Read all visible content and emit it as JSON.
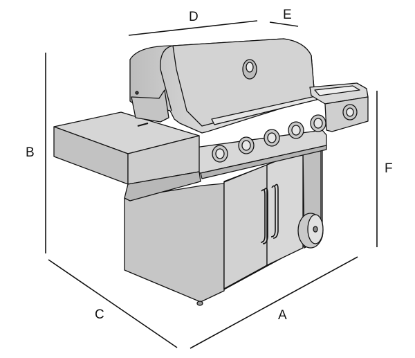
{
  "diagram": {
    "subject": "gas-grill",
    "dimensions": {
      "a": "A",
      "b": "B",
      "c": "C",
      "d": "D",
      "e": "E",
      "f": "F"
    },
    "colors": {
      "line": "#111111",
      "body_light": "#d6d6d6",
      "body_mid": "#bdbdbd",
      "body_dark": "#a6a6a6",
      "background": "#ffffff"
    }
  }
}
